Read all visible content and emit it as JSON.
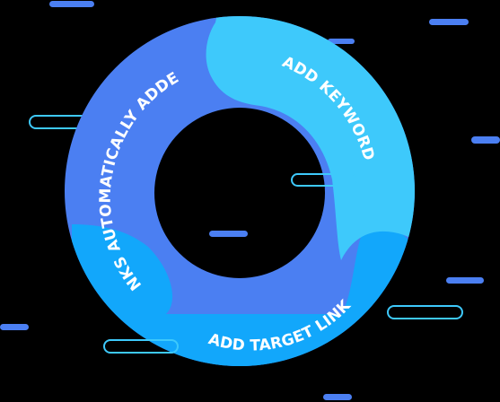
{
  "cycle": {
    "steps": [
      {
        "label": "ADD KEYWORD",
        "color": "#3ec9fb"
      },
      {
        "label": "ADD TARGET LINK",
        "color": "#12a7fb"
      },
      {
        "label": "LINKS AUTOMATICALLY ADDED",
        "color": "#4b7ff2"
      }
    ]
  },
  "decorations": {
    "solid_dash_color": "#4b7ff2",
    "outline_dash_color": "#3ec9fb"
  }
}
